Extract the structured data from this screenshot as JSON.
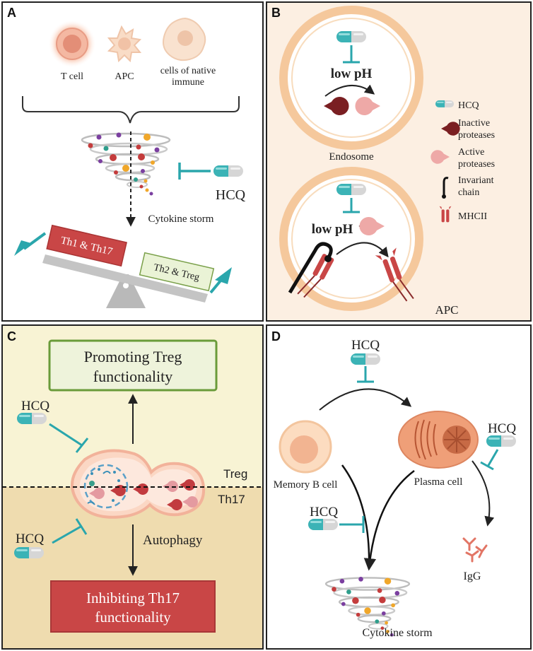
{
  "panel_a": {
    "letter": "A",
    "cell_t": "T cell",
    "cell_apc": "APC",
    "cell_native_1": "cells of native",
    "cell_native_2": "immune",
    "hcq": "HCQ",
    "storm": "Cytokine storm",
    "th1": "Th1 & Th17",
    "th2": "Th2 & Treg"
  },
  "panel_b": {
    "letter": "B",
    "low_ph_1": "low pH",
    "endosome": "Endosome",
    "low_ph_2": "low pH",
    "plus": "+",
    "apc": "APC",
    "legend": [
      {
        "l1": "HCQ",
        "l2": ""
      },
      {
        "l1": "Inactive",
        "l2": "proteases"
      },
      {
        "l1": "Active",
        "l2": "proteases"
      },
      {
        "l1": "Invariant",
        "l2": "chain"
      },
      {
        "l1": "MHCII",
        "l2": ""
      }
    ]
  },
  "panel_c": {
    "letter": "C",
    "promo_1": "Promoting Treg",
    "promo_2": "functionality",
    "hcq_top": "HCQ",
    "treg": "Treg",
    "th17": "Th17",
    "hcq_bottom": "HCQ",
    "autophagy": "Autophagy",
    "inhib_1": "Inhibiting Th17",
    "inhib_2": "functionality"
  },
  "panel_d": {
    "letter": "D",
    "hcq_top": "HCQ",
    "hcq_right": "HCQ",
    "memory": "Memory B cell",
    "plasma": "Plasma cell",
    "hcq_mid": "HCQ",
    "igg": "IgG",
    "storm": "Cytokine storm"
  },
  "colors": {
    "teal": "#2aa6ac",
    "dark_red": "#7a1f22",
    "pink": "#e8a0a0",
    "beige": "#fbe7d4",
    "c_top": "#f8f3d4",
    "c_bottom": "#efdcaf",
    "th1_red": "#c94646",
    "th2_green": "#eaf3d6"
  }
}
